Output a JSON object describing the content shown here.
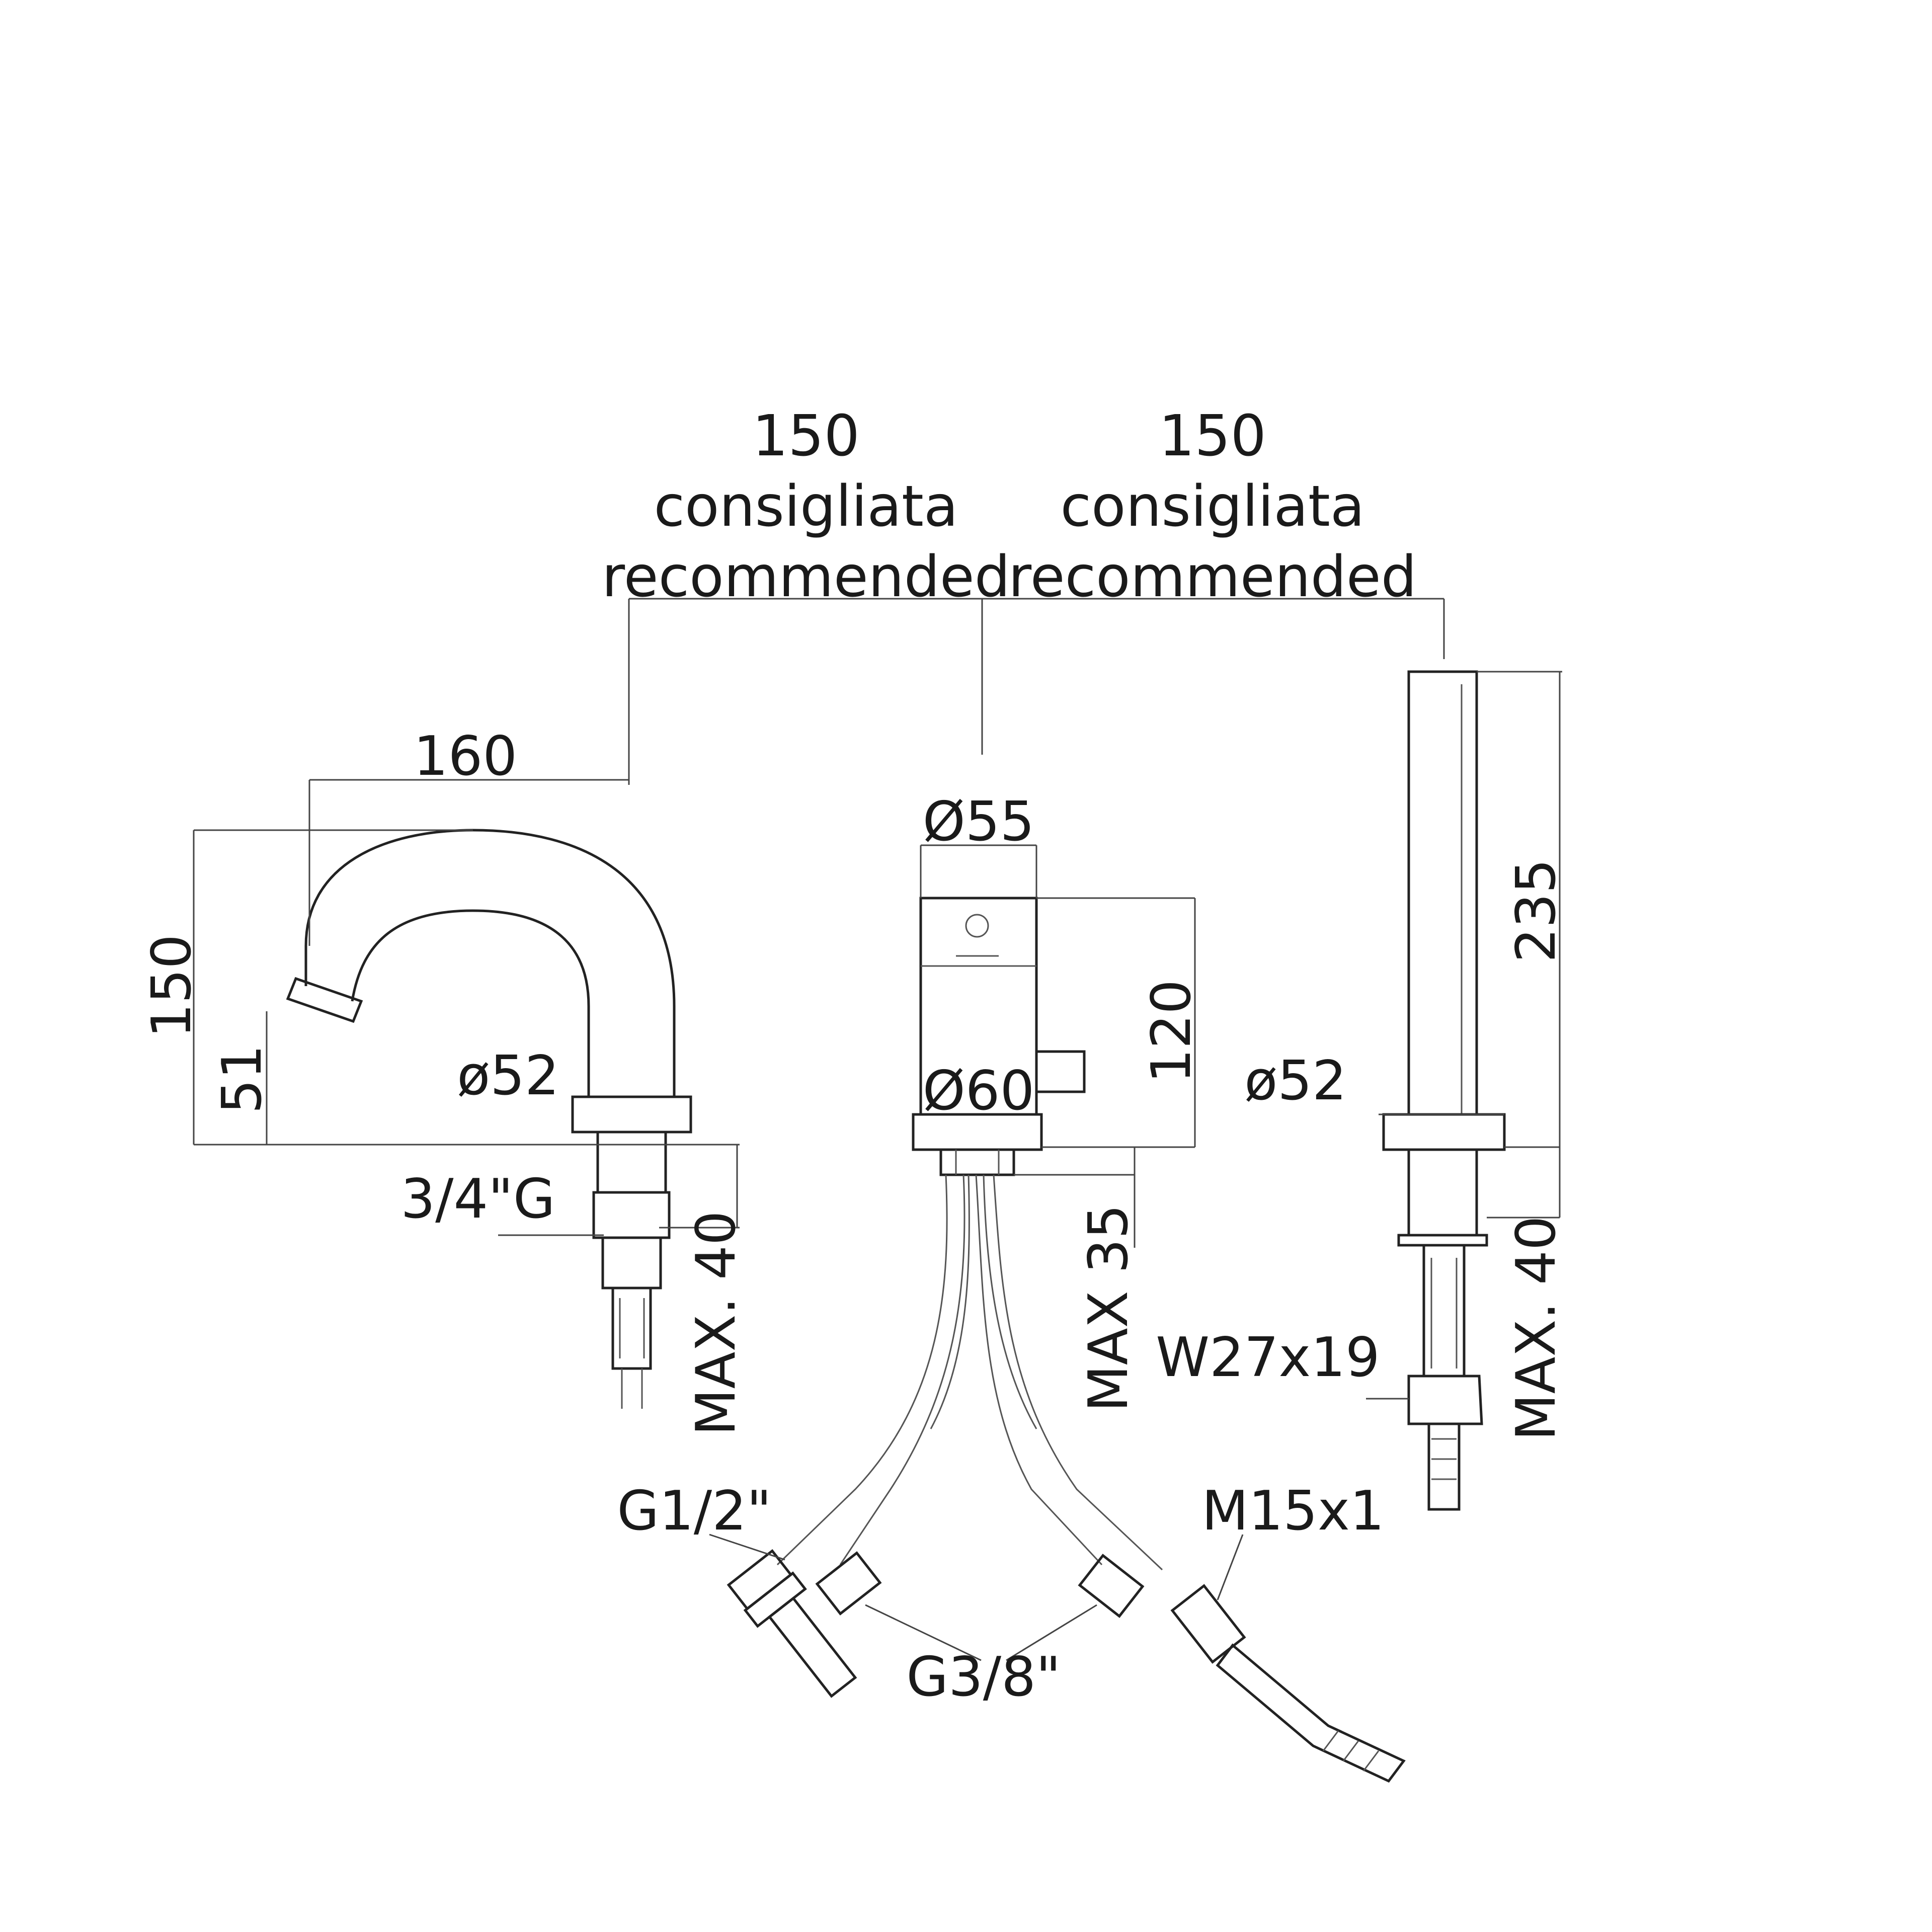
{
  "top_dimensions": {
    "left": {
      "value": "150",
      "line1": "consigliata",
      "line2": "recommended"
    },
    "right": {
      "value": "150",
      "line1": "consigliata",
      "line2": "recommended"
    }
  },
  "spout": {
    "reach": "160",
    "height": "150",
    "outlet_height": "51",
    "base_diameter": "ø52",
    "thread": "3/4\"G",
    "max_deck": "MAX. 40"
  },
  "mixer": {
    "top_diameter": "Ø55",
    "base_diameter": "Ø60",
    "height": "120",
    "max_deck": "MAX 35"
  },
  "hand_shower": {
    "height": "235",
    "base_diameter": "ø52",
    "hose_thread": "W27x19",
    "max_deck": "MAX. 40"
  },
  "connections": {
    "inlet_left": "G1/2\"",
    "inlet_right": "M15x1",
    "flexibles": "G3/8\""
  },
  "colors": {
    "line": "#222222",
    "background": "#ffffff"
  }
}
